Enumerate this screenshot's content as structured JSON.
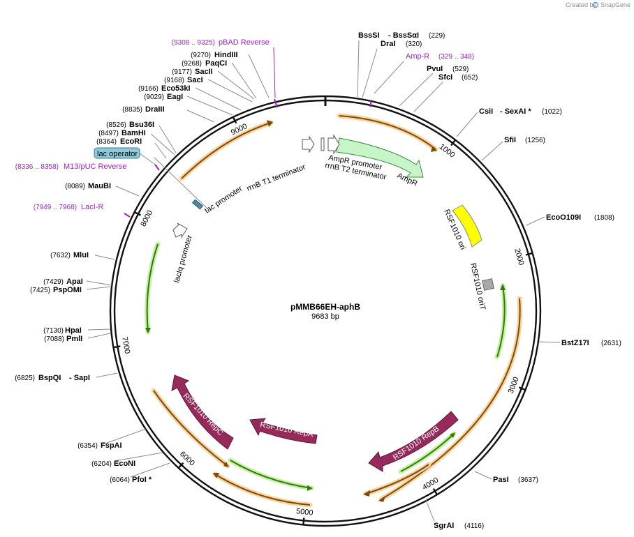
{
  "credit": {
    "prefix": "Created by",
    "brand": "SnapGene"
  },
  "plasmid": {
    "name": "pMMB66EH-aphB",
    "length_label": "9683 bp",
    "length": 9683
  },
  "ticks": [
    "1000",
    "2000",
    "3000",
    "4000",
    "5000",
    "6000",
    "7000",
    "8000",
    "9000"
  ],
  "sites": [
    {
      "key": "bsssi",
      "pos": "(229)",
      "name": "BssSI",
      "extra": "- BssSαI"
    },
    {
      "key": "drai",
      "pos": "(320)",
      "name": "DraI"
    },
    {
      "key": "pvui",
      "pos": "(529)",
      "name": "PvuI"
    },
    {
      "key": "sfci",
      "pos": "(652)",
      "name": "SfcI"
    },
    {
      "key": "csii",
      "pos": "(1022)",
      "name": "CsiI",
      "extra": "- SexAI *"
    },
    {
      "key": "sfii",
      "pos": "(1256)",
      "name": "SfiI"
    },
    {
      "key": "ecoo109i",
      "pos": "(1808)",
      "name": "EcoO109I"
    },
    {
      "key": "bstz17i",
      "pos": "(2631)",
      "name": "BstZ17I"
    },
    {
      "key": "pasi",
      "pos": "(3637)",
      "name": "PasI"
    },
    {
      "key": "sgrai",
      "pos": "(4116)",
      "name": "SgrAI"
    },
    {
      "key": "pfoi",
      "pos": "(6064)",
      "name": "PfoI *"
    },
    {
      "key": "econi",
      "pos": "(6204)",
      "name": "EcoNI"
    },
    {
      "key": "fspai",
      "pos": "(6354)",
      "name": "FspAI"
    },
    {
      "key": "bspqi",
      "pos": "(6825)",
      "name": "BspQI",
      "extra": "- SapI"
    },
    {
      "key": "pmli",
      "pos": "(7088)",
      "name": "PmlI"
    },
    {
      "key": "hpai",
      "pos": "(7130)",
      "name": "HpaI"
    },
    {
      "key": "pspomi",
      "pos": "(7425)",
      "name": "PspOMI"
    },
    {
      "key": "apai",
      "pos": "(7429)",
      "name": "ApaI"
    },
    {
      "key": "mlui",
      "pos": "(7632)",
      "name": "MluI"
    },
    {
      "key": "maubi",
      "pos": "(8089)",
      "name": "MauBI"
    },
    {
      "key": "ecori",
      "pos": "(8364)",
      "name": "EcoRI"
    },
    {
      "key": "bamhi",
      "pos": "(8497)",
      "name": "BamHI"
    },
    {
      "key": "bsu36i",
      "pos": "(8526)",
      "name": "Bsu36I"
    },
    {
      "key": "draiii",
      "pos": "(8835)",
      "name": "DraIII"
    },
    {
      "key": "eagi",
      "pos": "(9029)",
      "name": "EagI"
    },
    {
      "key": "eco53ki",
      "pos": "(9166)",
      "name": "Eco53kI"
    },
    {
      "key": "saci",
      "pos": "(9168)",
      "name": "SacI"
    },
    {
      "key": "sacii",
      "pos": "(9177)",
      "name": "SacII"
    },
    {
      "key": "paqci",
      "pos": "(9268)",
      "name": "PaqCI"
    },
    {
      "key": "hindiii",
      "pos": "(9270)",
      "name": "HindIII"
    }
  ],
  "primers": [
    {
      "key": "pbad",
      "range": "(9308 .. 9325)",
      "name": "pBAD Reverse"
    },
    {
      "key": "ampr",
      "range": "(329 .. 348)",
      "name": "Amp-R"
    },
    {
      "key": "m13",
      "range": "(8336 .. 8358)",
      "name": "M13/pUC Reverse"
    },
    {
      "key": "laci",
      "range": "(7949 .. 7968)",
      "name": "LacI-R"
    }
  ],
  "features": {
    "lac_operator": "lac operator",
    "tac_promoter": "tac promoter",
    "rrnb_t1": "rrnB T1 terminator",
    "ampr_promoter": "AmpR promoter",
    "rrnb_t2": "rrnB T2 terminator",
    "ampr": "AmpR",
    "oriv": "RSF1010 oriV",
    "orit": "RSF1010 oriT",
    "lacq": "lacIq promoter",
    "repc": "RSF1010 RepC",
    "repa": "RSF1010 RepA",
    "repb": "RSF1010 RepB"
  },
  "colors": {
    "backbone": "#111111",
    "primer": "#a020c8",
    "orf_green": "#4caf1f",
    "orf_orange": "#c87818",
    "ampr_fill": "#c8f5c8",
    "rep_fill": "#962a5a",
    "oriv_fill": "#ffff00",
    "orit_fill": "#a8a8a8",
    "operator_fill": "#8fc8d8"
  }
}
